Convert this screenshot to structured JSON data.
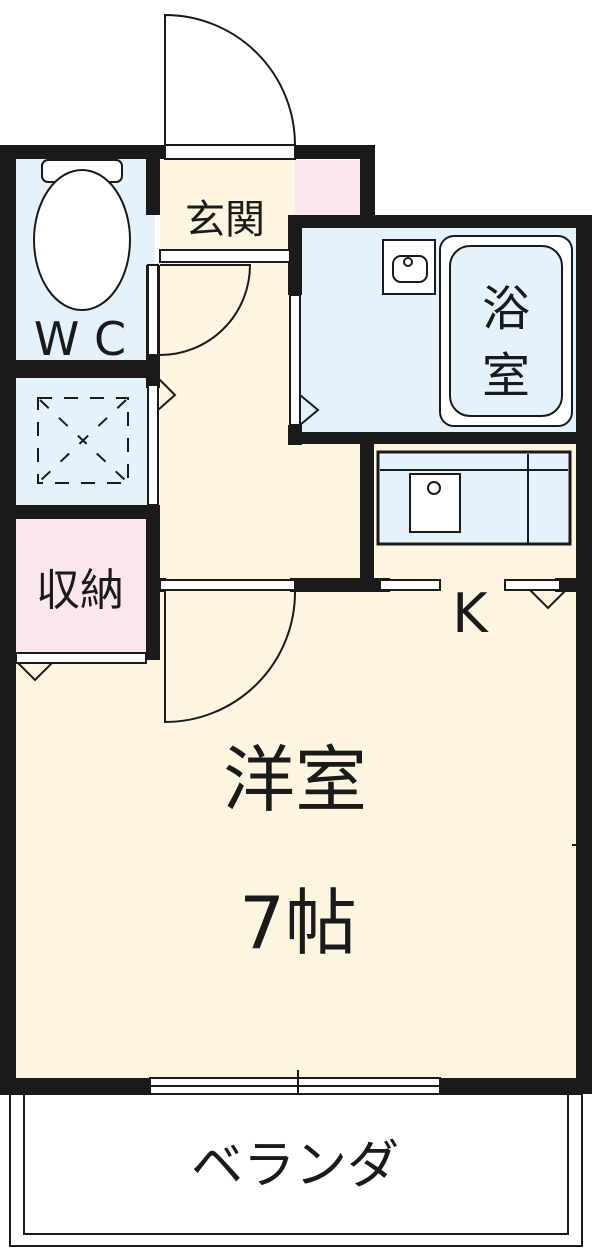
{
  "rooms": {
    "entrance": "玄関",
    "wc": "W C",
    "bath_line1": "浴",
    "bath_line2": "室",
    "storage": "収納",
    "kitchen": "K",
    "western_room": "洋室",
    "western_room_size": "7帖",
    "veranda": "ベランダ"
  },
  "colors": {
    "wall": "#1a1a1a",
    "wc_fill": "#e3f2fb",
    "bath_fill": "#e3f2fb",
    "laundry_fill": "#e3f2fb",
    "kitchen_fill": "#e3f2fb",
    "storage_fill": "#fbe6ee",
    "shoe_box_fill": "#fbe6ee",
    "floor_fill": "#fdf5df",
    "veranda_fill": "#ffffff"
  }
}
